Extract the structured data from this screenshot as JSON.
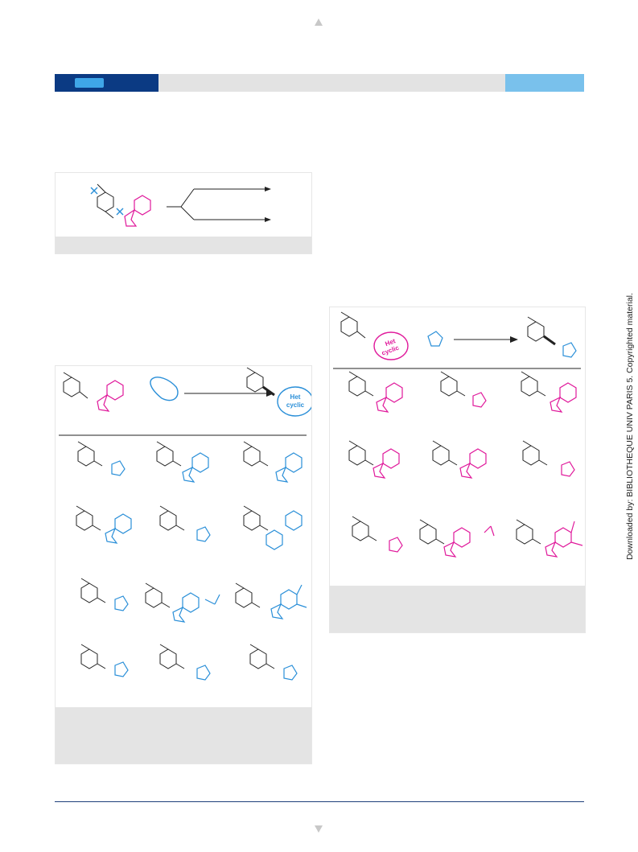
{
  "side_note": "Downloaded by: BIBLIOTHEQUE UNIV PARIS 5. Copyrighted material.",
  "scheme_2": {
    "bubble_line1": "Het",
    "bubble_line2": "cyclic"
  },
  "scheme_3": {
    "bubble_line1": "Het",
    "bubble_line2": "cyclic"
  },
  "colors": {
    "navy": "#0b3a83",
    "light_blue": "#79c1ec",
    "magenta": "#e0199b",
    "cyan": "#2a8fd8"
  },
  "icons": [
    "arrow-up-icon",
    "arrow-down-icon"
  ]
}
